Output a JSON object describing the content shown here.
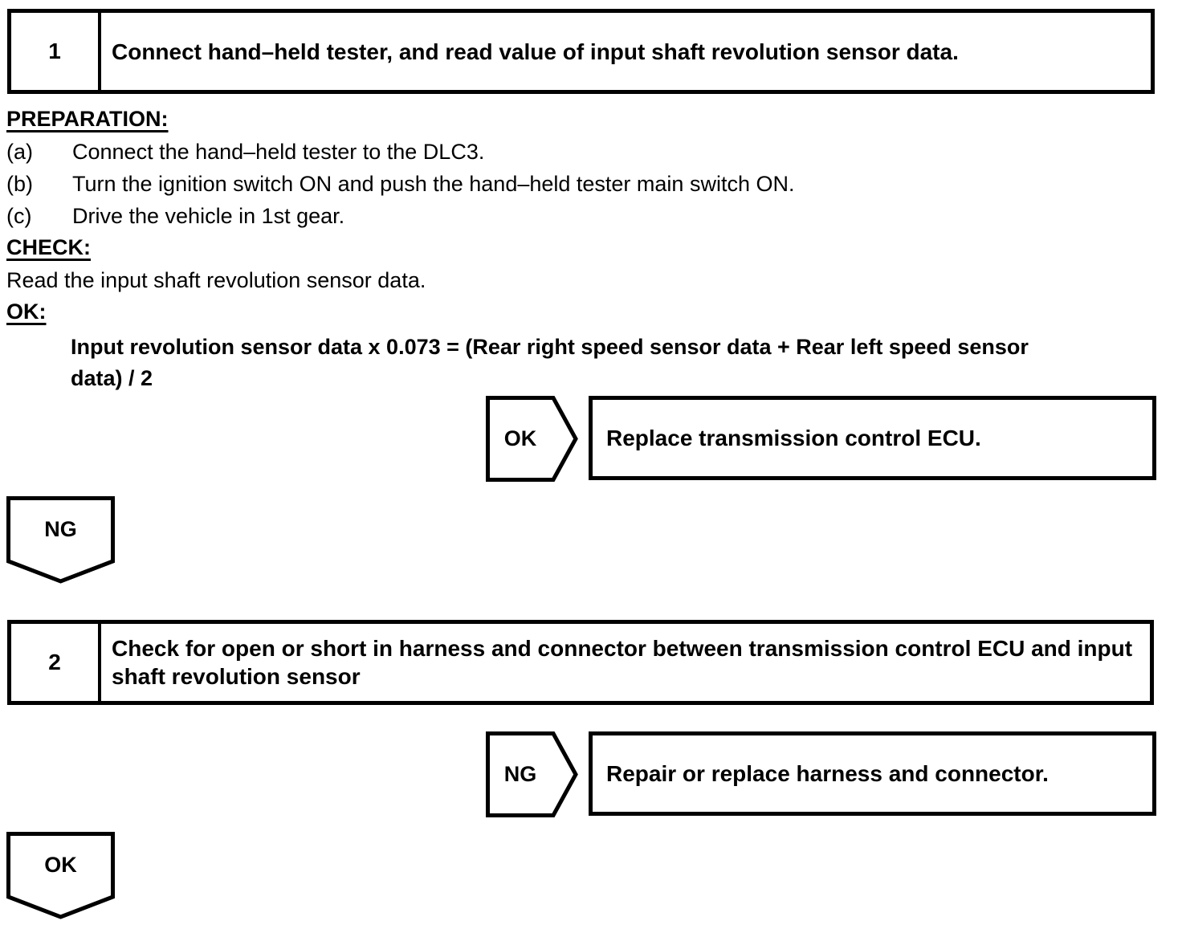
{
  "page": {
    "background": "#ffffff",
    "ink": "#000000"
  },
  "step1": {
    "number": "1",
    "title": "Connect hand–held tester, and read value of input shaft revolution sensor data."
  },
  "preparation": {
    "heading": "PREPARATION:",
    "items": [
      {
        "marker": "(a)",
        "text": "Connect the hand–held tester to the DLC3."
      },
      {
        "marker": "(b)",
        "text": "Turn the ignition switch ON and push the hand–held tester main switch ON."
      },
      {
        "marker": "(c)",
        "text": "Drive the vehicle in 1st gear."
      }
    ]
  },
  "check": {
    "heading": "CHECK:",
    "text": "Read the input shaft revolution sensor data."
  },
  "ok": {
    "heading": "OK:",
    "criteria_lines": [
      "Input revolution sensor data x 0.073 = (Rear right speed sensor data + Rear left speed sensor",
      "data) / 2"
    ]
  },
  "branch_ok": {
    "connector": "OK",
    "action": "Replace transmission control ECU."
  },
  "flow_ng": {
    "label": "NG"
  },
  "step2": {
    "number": "2",
    "title": "Check for open or short in harness and connector between transmission control ECU and input shaft revolution sensor"
  },
  "branch_ng": {
    "connector": "NG",
    "action": "Repair or replace harness and connector."
  },
  "flow_ok": {
    "label": "OK"
  }
}
